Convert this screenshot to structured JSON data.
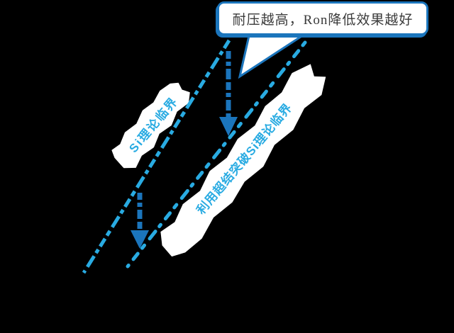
{
  "callout": {
    "text": "耐压越高，Ron降低效果越好"
  },
  "labels": {
    "si_limit": "Si理论临界",
    "superjunction": "利用超结突破Si理论临界"
  },
  "colors": {
    "background": "#000000",
    "line_cyan": "#29abe2",
    "arrow_blue": "#1b75bc",
    "callout_border": "#1b75bc",
    "callout_fill": "#ffffff",
    "callout_text": "#3a3a3a",
    "label_text": "#29abe2",
    "highlight_band": "#ffffff"
  }
}
